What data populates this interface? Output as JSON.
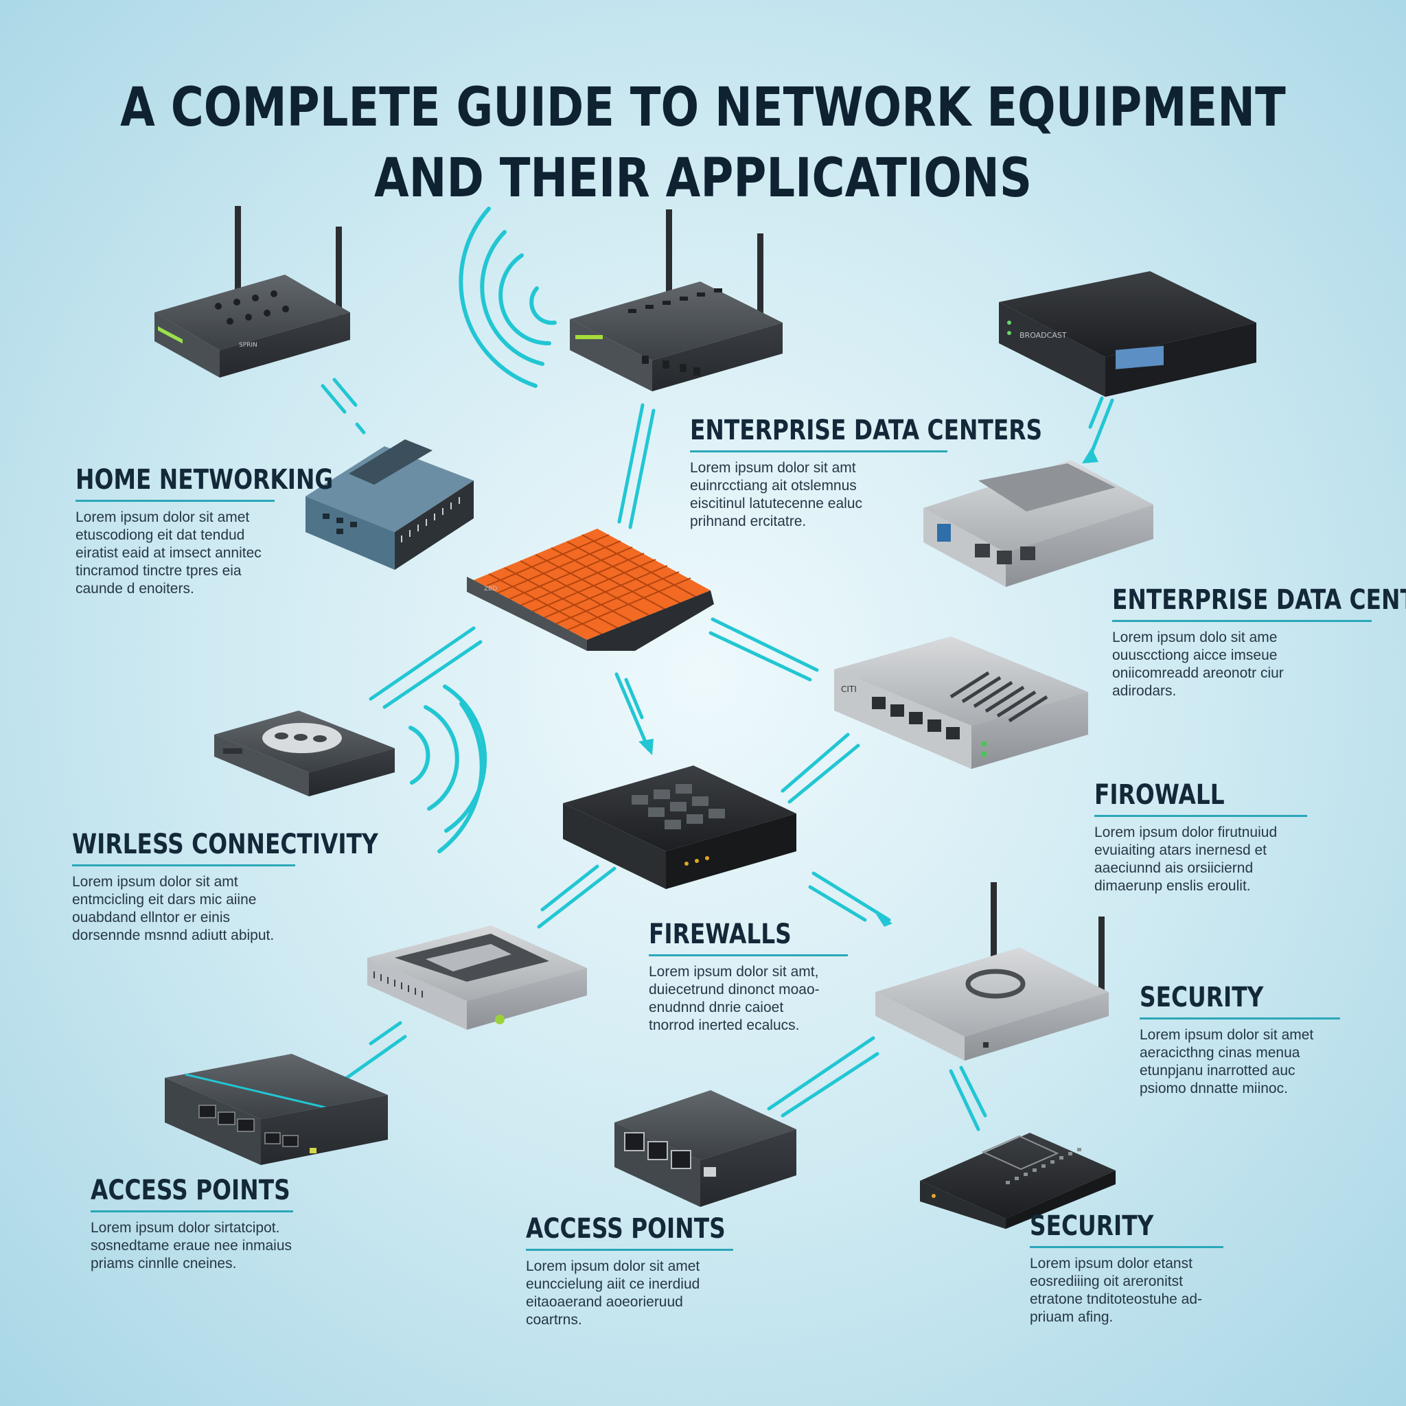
{
  "title": {
    "line1": "A COMPLETE GUIDE TO NETWORK EQUIPMENT",
    "line2": "AND THEIR APPLICATIONS"
  },
  "sections": {
    "home": {
      "heading": "HOME NETWORKING",
      "body": "Lorem ipsum dolor sit amet\netuscodiong eit dat tendud\neiratist eaid at imsect annitec\ntincramod tinctre tpres eia\ncaunde d enoiters."
    },
    "enterprise_top": {
      "heading": "ENTERPRISE DATA CENTERS",
      "body": "Lorem ipsum dolor sit amt\neuinrcctiang ait otslemnus\neiscitinul latutecenne ealuc\nprihnand ercitatre."
    },
    "enterprise_right": {
      "heading": "ENTERPRISE DATA CENTERS",
      "body": "Lorem ipsum dolo sit ame\nouuscctiong aicce imseue\noniicomreadd areonotr ciur\nadirodars."
    },
    "wireless": {
      "heading": "WIRLESS CONNECTIVITY",
      "body": "Lorem ipsum dolor sit amt\nentmcicling eit dars mic aiine\nouabdand ellntor er einis\ndorsennde msnnd adiutt abiput."
    },
    "firewall": {
      "heading": "FIROWALL",
      "body": "Lorem ipsum dolor firutnuiud\nevuiaiting atars inernesd et\naaeciunnd ais orsiiciernd\ndimaerunp enslis eroulit."
    },
    "firewalls": {
      "heading": "FIREWALLS",
      "body": "Lorem ipsum dolor sit amt,\nduiecetrund dinonct moao-\nenudnnd dnrie caioet\ntnorrod inerted ecalucs."
    },
    "security_right": {
      "heading": "SECURITY",
      "body": "Lorem ipsum dolor sit amet\naeracicthng cinas menua\netunpjanu inarrotted auc\npsiomo dnnatte miinoc."
    },
    "access_left": {
      "heading": "ACCESS POINTS",
      "body": "Lorem ipsum dolor sirtatcipot.\nsosnedtame eraue nee inmaius\npriams cinnlle cneines."
    },
    "access_mid": {
      "heading": "ACCESS POINTS",
      "body": "Lorem ipsum dolor sit amet\neunccielung aiit ce inerdiud\neitaoaerand aoeorieruud\ncoartrns."
    },
    "security_bottom": {
      "heading": "SECURITY",
      "body": "Lorem ipsum dolor etanst\neosrediiing oit areronitst\netratone tnditoteostuhe ad-\npriuam afing."
    }
  },
  "device_labels": {
    "router_top_left": "SPRIN",
    "router_top_center": "",
    "appliance_top_right": "BROADCAST",
    "panel_orange": "ZBD",
    "switch_right": "CITI"
  },
  "colors": {
    "accent": "#22c6d3",
    "heading": "#132838",
    "rule": "#2aa7b8",
    "panel": "#f26a23"
  }
}
